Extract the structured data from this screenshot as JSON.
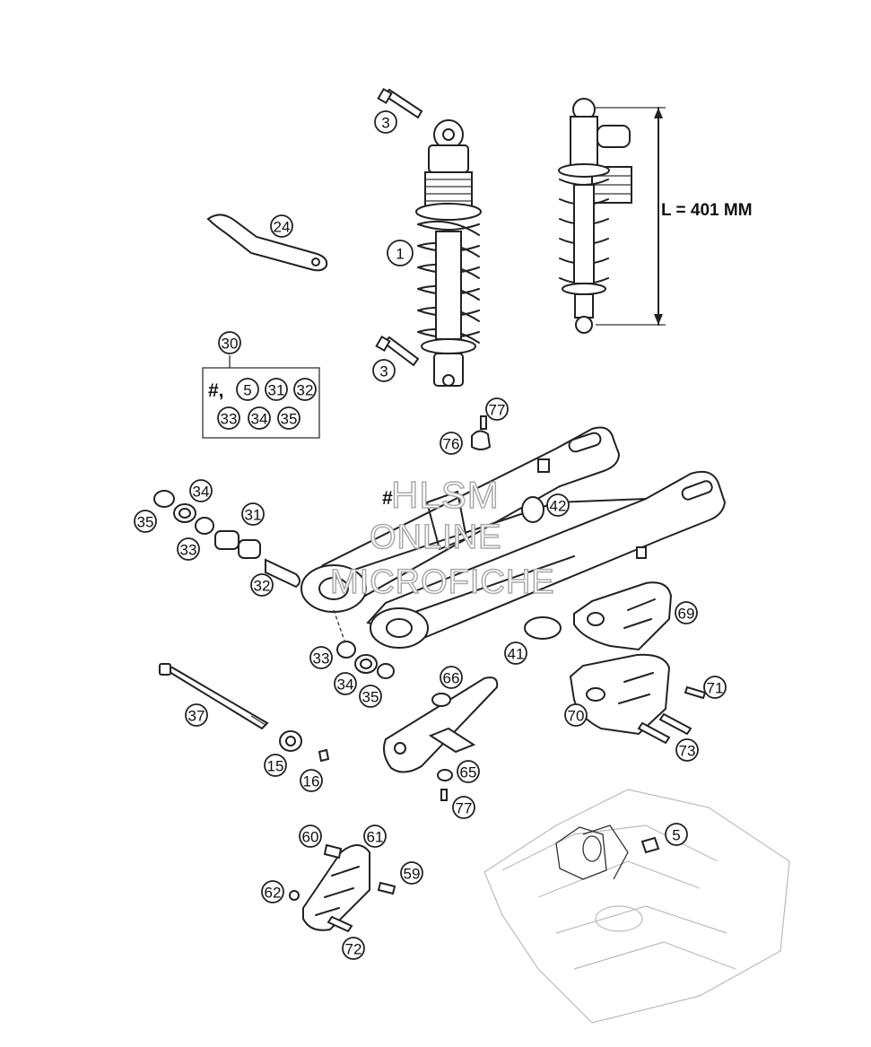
{
  "dimension_label": "L = 401 MM",
  "kit_prefix": "#,",
  "swingarm_hash": "#",
  "watermark": {
    "line1": "HLSM",
    "line2": "ONLINE",
    "line3": "MICROFICHE"
  },
  "callouts": [
    {
      "id": "c1",
      "label": "1"
    },
    {
      "id": "c3a",
      "label": "3"
    },
    {
      "id": "c3b",
      "label": "3"
    },
    {
      "id": "c24",
      "label": "24"
    },
    {
      "id": "c30",
      "label": "30"
    },
    {
      "id": "c5a",
      "label": "5"
    },
    {
      "id": "c31a",
      "label": "31"
    },
    {
      "id": "c32a",
      "label": "32"
    },
    {
      "id": "c33a",
      "label": "33"
    },
    {
      "id": "c34a",
      "label": "34"
    },
    {
      "id": "c35a",
      "label": "35"
    },
    {
      "id": "c77a",
      "label": "77"
    },
    {
      "id": "c76",
      "label": "76"
    },
    {
      "id": "c34b",
      "label": "34"
    },
    {
      "id": "c35b",
      "label": "35"
    },
    {
      "id": "c31b",
      "label": "31"
    },
    {
      "id": "c33b",
      "label": "33"
    },
    {
      "id": "c32b",
      "label": "32"
    },
    {
      "id": "c42",
      "label": "42"
    },
    {
      "id": "c69",
      "label": "69"
    },
    {
      "id": "c41",
      "label": "41"
    },
    {
      "id": "c33c",
      "label": "33"
    },
    {
      "id": "c34c",
      "label": "34"
    },
    {
      "id": "c35c",
      "label": "35"
    },
    {
      "id": "c66",
      "label": "66"
    },
    {
      "id": "c37",
      "label": "37"
    },
    {
      "id": "c71",
      "label": "71"
    },
    {
      "id": "c70",
      "label": "70"
    },
    {
      "id": "c73",
      "label": "73"
    },
    {
      "id": "c15",
      "label": "15"
    },
    {
      "id": "c16",
      "label": "16"
    },
    {
      "id": "c65",
      "label": "65"
    },
    {
      "id": "c77b",
      "label": "77"
    },
    {
      "id": "c60",
      "label": "60"
    },
    {
      "id": "c61",
      "label": "61"
    },
    {
      "id": "c5b",
      "label": "5"
    },
    {
      "id": "c59",
      "label": "59"
    },
    {
      "id": "c62",
      "label": "62"
    },
    {
      "id": "c72",
      "label": "72"
    }
  ]
}
